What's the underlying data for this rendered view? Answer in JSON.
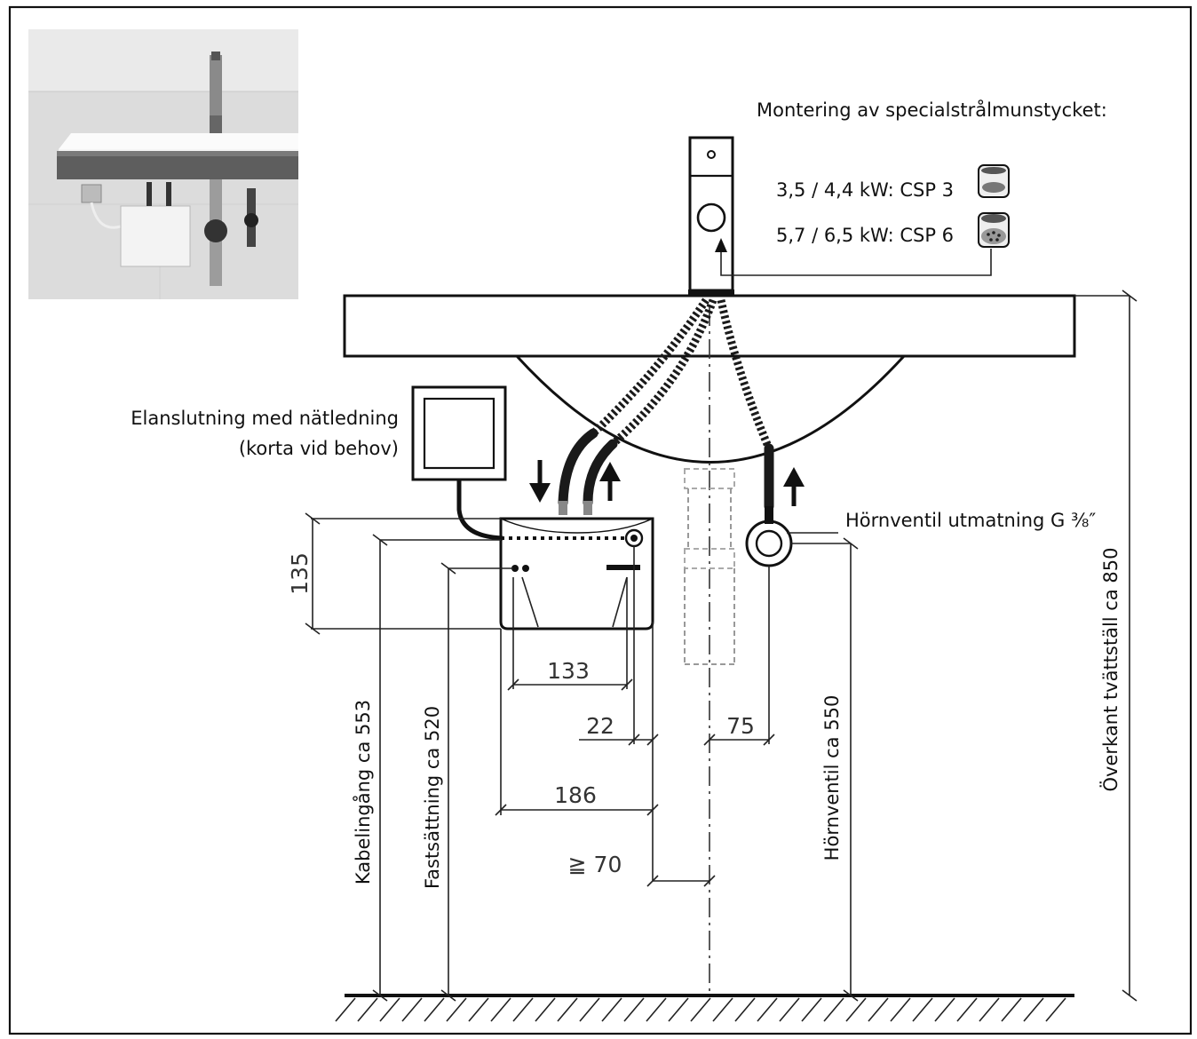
{
  "labels": {
    "aerator_title": "Montering av specialstrålmunstycket:",
    "csp3": "3,5 / 4,4 kW: CSP 3",
    "csp6": "5,7 / 6,5 kW: CSP 6",
    "power_line1": "Elanslutning med nätledning",
    "power_line2": "(korta vid behov)",
    "angle_valve": "Hörnventil utmatning G ⅜″"
  },
  "dimensions": {
    "height_135": "135",
    "width_133": "133",
    "offset_22": "22",
    "offset_75": "75",
    "width_186": "186",
    "min_70": "≧ 70",
    "cable_entry": "Kabelingång ca 553",
    "mounting": "Fastsättning ca 520",
    "angle_valve_height": "Hörnventil ca 550",
    "sink_top": "Överkant tvättställ ca 850"
  },
  "icons": {
    "photo": "sink-photo",
    "aerator3": "aerator-csp3-icon",
    "aerator6": "aerator-csp6-icon"
  }
}
